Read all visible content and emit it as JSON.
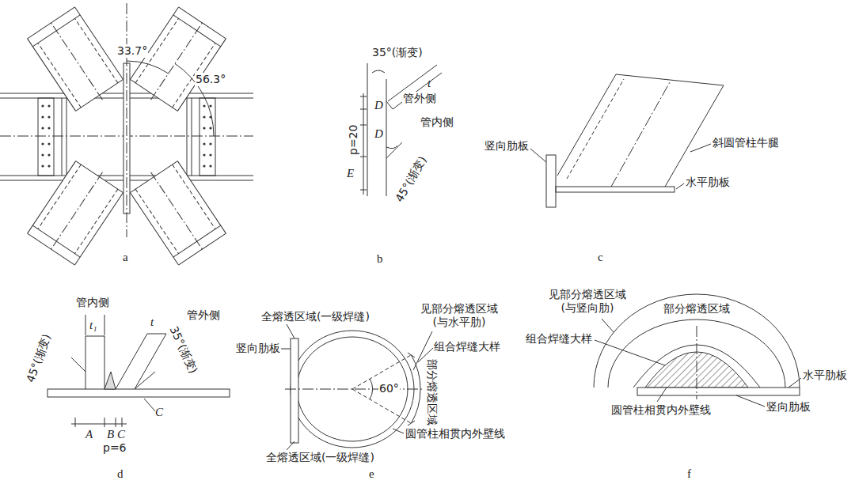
{
  "diagram": {
    "labels": [
      "33.7°",
      "56.3°",
      "a",
      "35°(渐变)",
      "t",
      "管外侧",
      "D",
      "管内侧",
      "D",
      "p=20",
      "E",
      "45°(渐变)",
      "b",
      "竖向肋板",
      "斜圆管柱牛腿",
      "水平肋板",
      "c",
      "管内侧",
      "t₁",
      "t",
      "管外侧",
      "45°(渐变)",
      "35°(渐变)",
      "C",
      "A",
      "B",
      "C",
      "p=6",
      "d",
      "全熔透区域(一级焊缝)",
      "见部分熔透区域 (与水平肋)",
      "竖向肋板",
      "组合焊缝大样",
      "部分熔透区域",
      "60°",
      "圆管柱相贯内外壁线",
      "全熔透区域(一级焊缝)",
      "e",
      "见部分熔透区域 (与竖向肋)",
      "部分熔透区域",
      "组合焊缝大样",
      "水平肋板",
      "竖向肋板",
      "圆管柱相贯内外壁线",
      "f"
    ]
  }
}
